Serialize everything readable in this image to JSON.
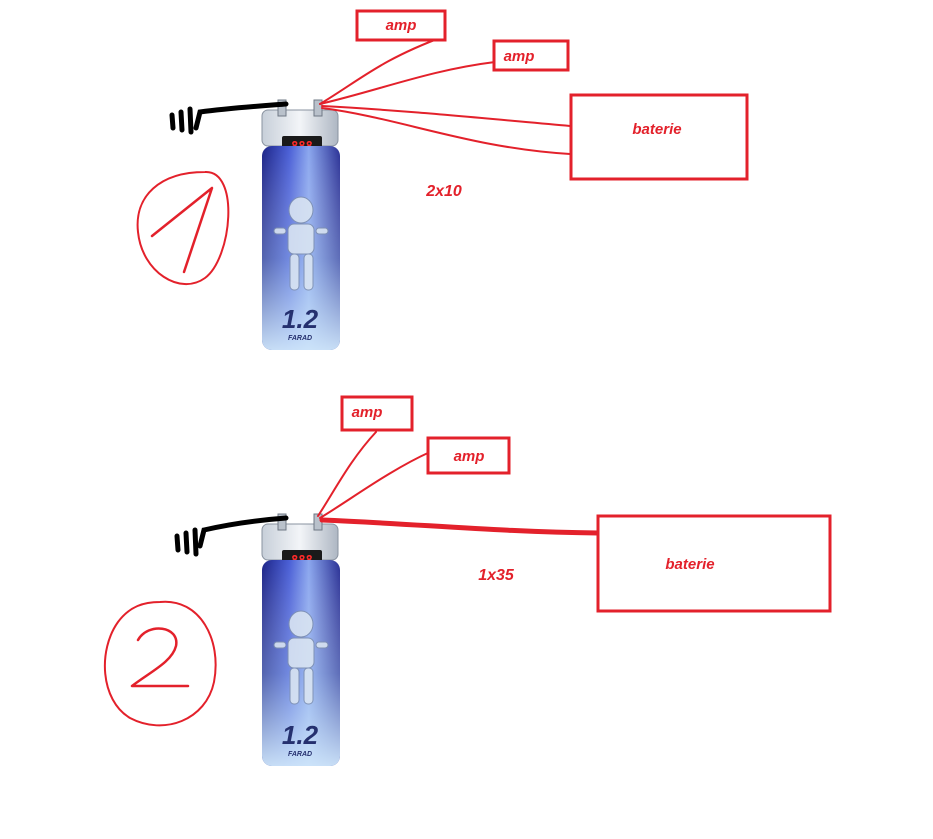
{
  "colors": {
    "annotation_red": "#e3212b",
    "wire_black": "#000000",
    "capacitor_blue": "#3b3fb0",
    "capacitor_light": "#a9cdf0",
    "lcd_red": "#ff2a2a"
  },
  "diagrams": [
    {
      "number_mark": "1",
      "amp_boxes": [
        "amp",
        "amp"
      ],
      "battery_label": "baterie",
      "cable_note": "2x10",
      "capacitor": {
        "display": "888",
        "capacity": "1.2",
        "unit": "FARAD"
      }
    },
    {
      "number_mark": "2",
      "amp_boxes": [
        "amp",
        "amp"
      ],
      "battery_label": "baterie",
      "cable_note": "1x35",
      "capacitor": {
        "display": "888",
        "capacity": "1.2",
        "unit": "FARAD"
      }
    }
  ]
}
